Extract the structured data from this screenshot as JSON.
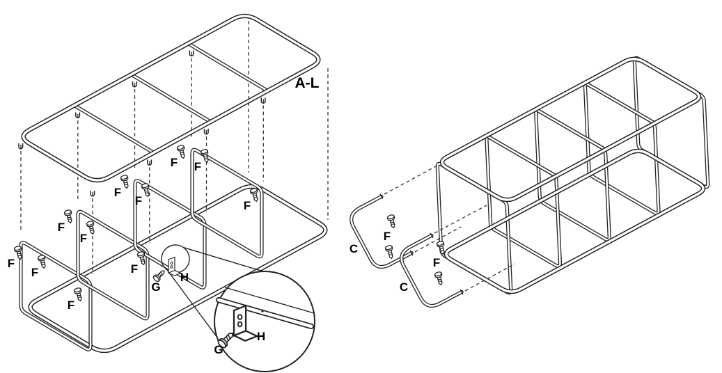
{
  "labels": {
    "assembly_range": "A-L",
    "screw": "F",
    "bracket_screw": "G",
    "bracket": "H",
    "side_handle": "C"
  },
  "colors": {
    "line": "#222222",
    "background": "#ffffff"
  }
}
